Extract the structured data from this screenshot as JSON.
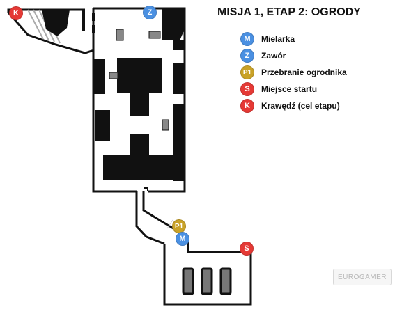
{
  "title": "MISJA 1, ETAP 2: OGRODY",
  "colors": {
    "M": "#4a90e2",
    "Z": "#4a90e2",
    "P1": "#c9a227",
    "S": "#e53935",
    "K": "#e53935"
  },
  "legend": [
    {
      "code": "M",
      "label": "Mielarka"
    },
    {
      "code": "Z",
      "label": "Zawór"
    },
    {
      "code": "P1",
      "label": "Przebranie ogrodnika"
    },
    {
      "code": "S",
      "label": "Miejsce startu"
    },
    {
      "code": "K",
      "label": "Krawędź (cel etapu)"
    }
  ],
  "markers": {
    "K": "K",
    "Z": "Z",
    "P1": "P1",
    "M": "M",
    "S": "S"
  },
  "watermark": "EUROGAMER"
}
